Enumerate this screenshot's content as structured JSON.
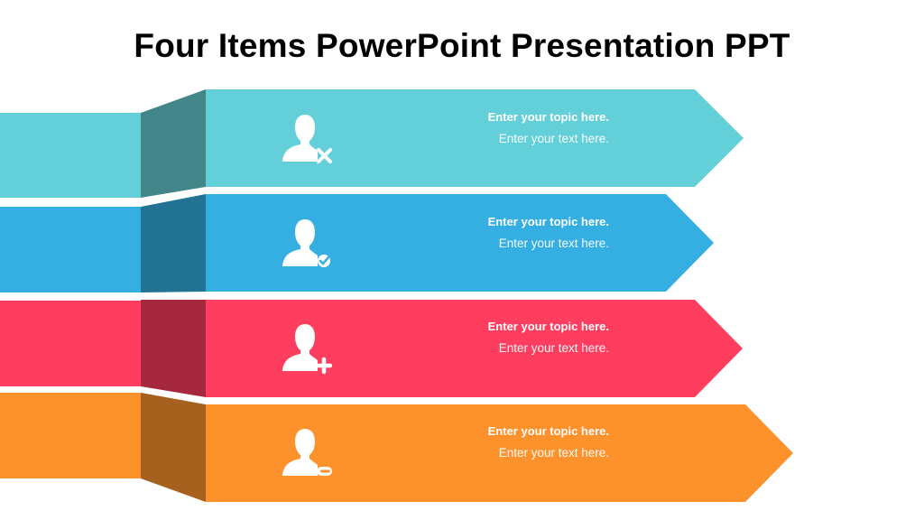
{
  "title": "Four Items PowerPoint Presentation PPT",
  "items": [
    {
      "topic": "Enter your topic here.",
      "text": "Enter your text here.",
      "icon": "user-remove-icon",
      "color": "#63cfd9",
      "shade": "#42868a"
    },
    {
      "topic": "Enter your topic here.",
      "text": "Enter your text here.",
      "icon": "user-check-icon",
      "color": "#35aee2",
      "shade": "#217293"
    },
    {
      "topic": "Enter your topic here.",
      "text": "Enter your text here.",
      "icon": "user-add-icon",
      "color": "#fe3d5f",
      "shade": "#a5283e"
    },
    {
      "topic": "Enter your topic here.",
      "text": "Enter your text here.",
      "icon": "user-minus-icon",
      "color": "#fd912b",
      "shade": "#a5611d"
    }
  ]
}
